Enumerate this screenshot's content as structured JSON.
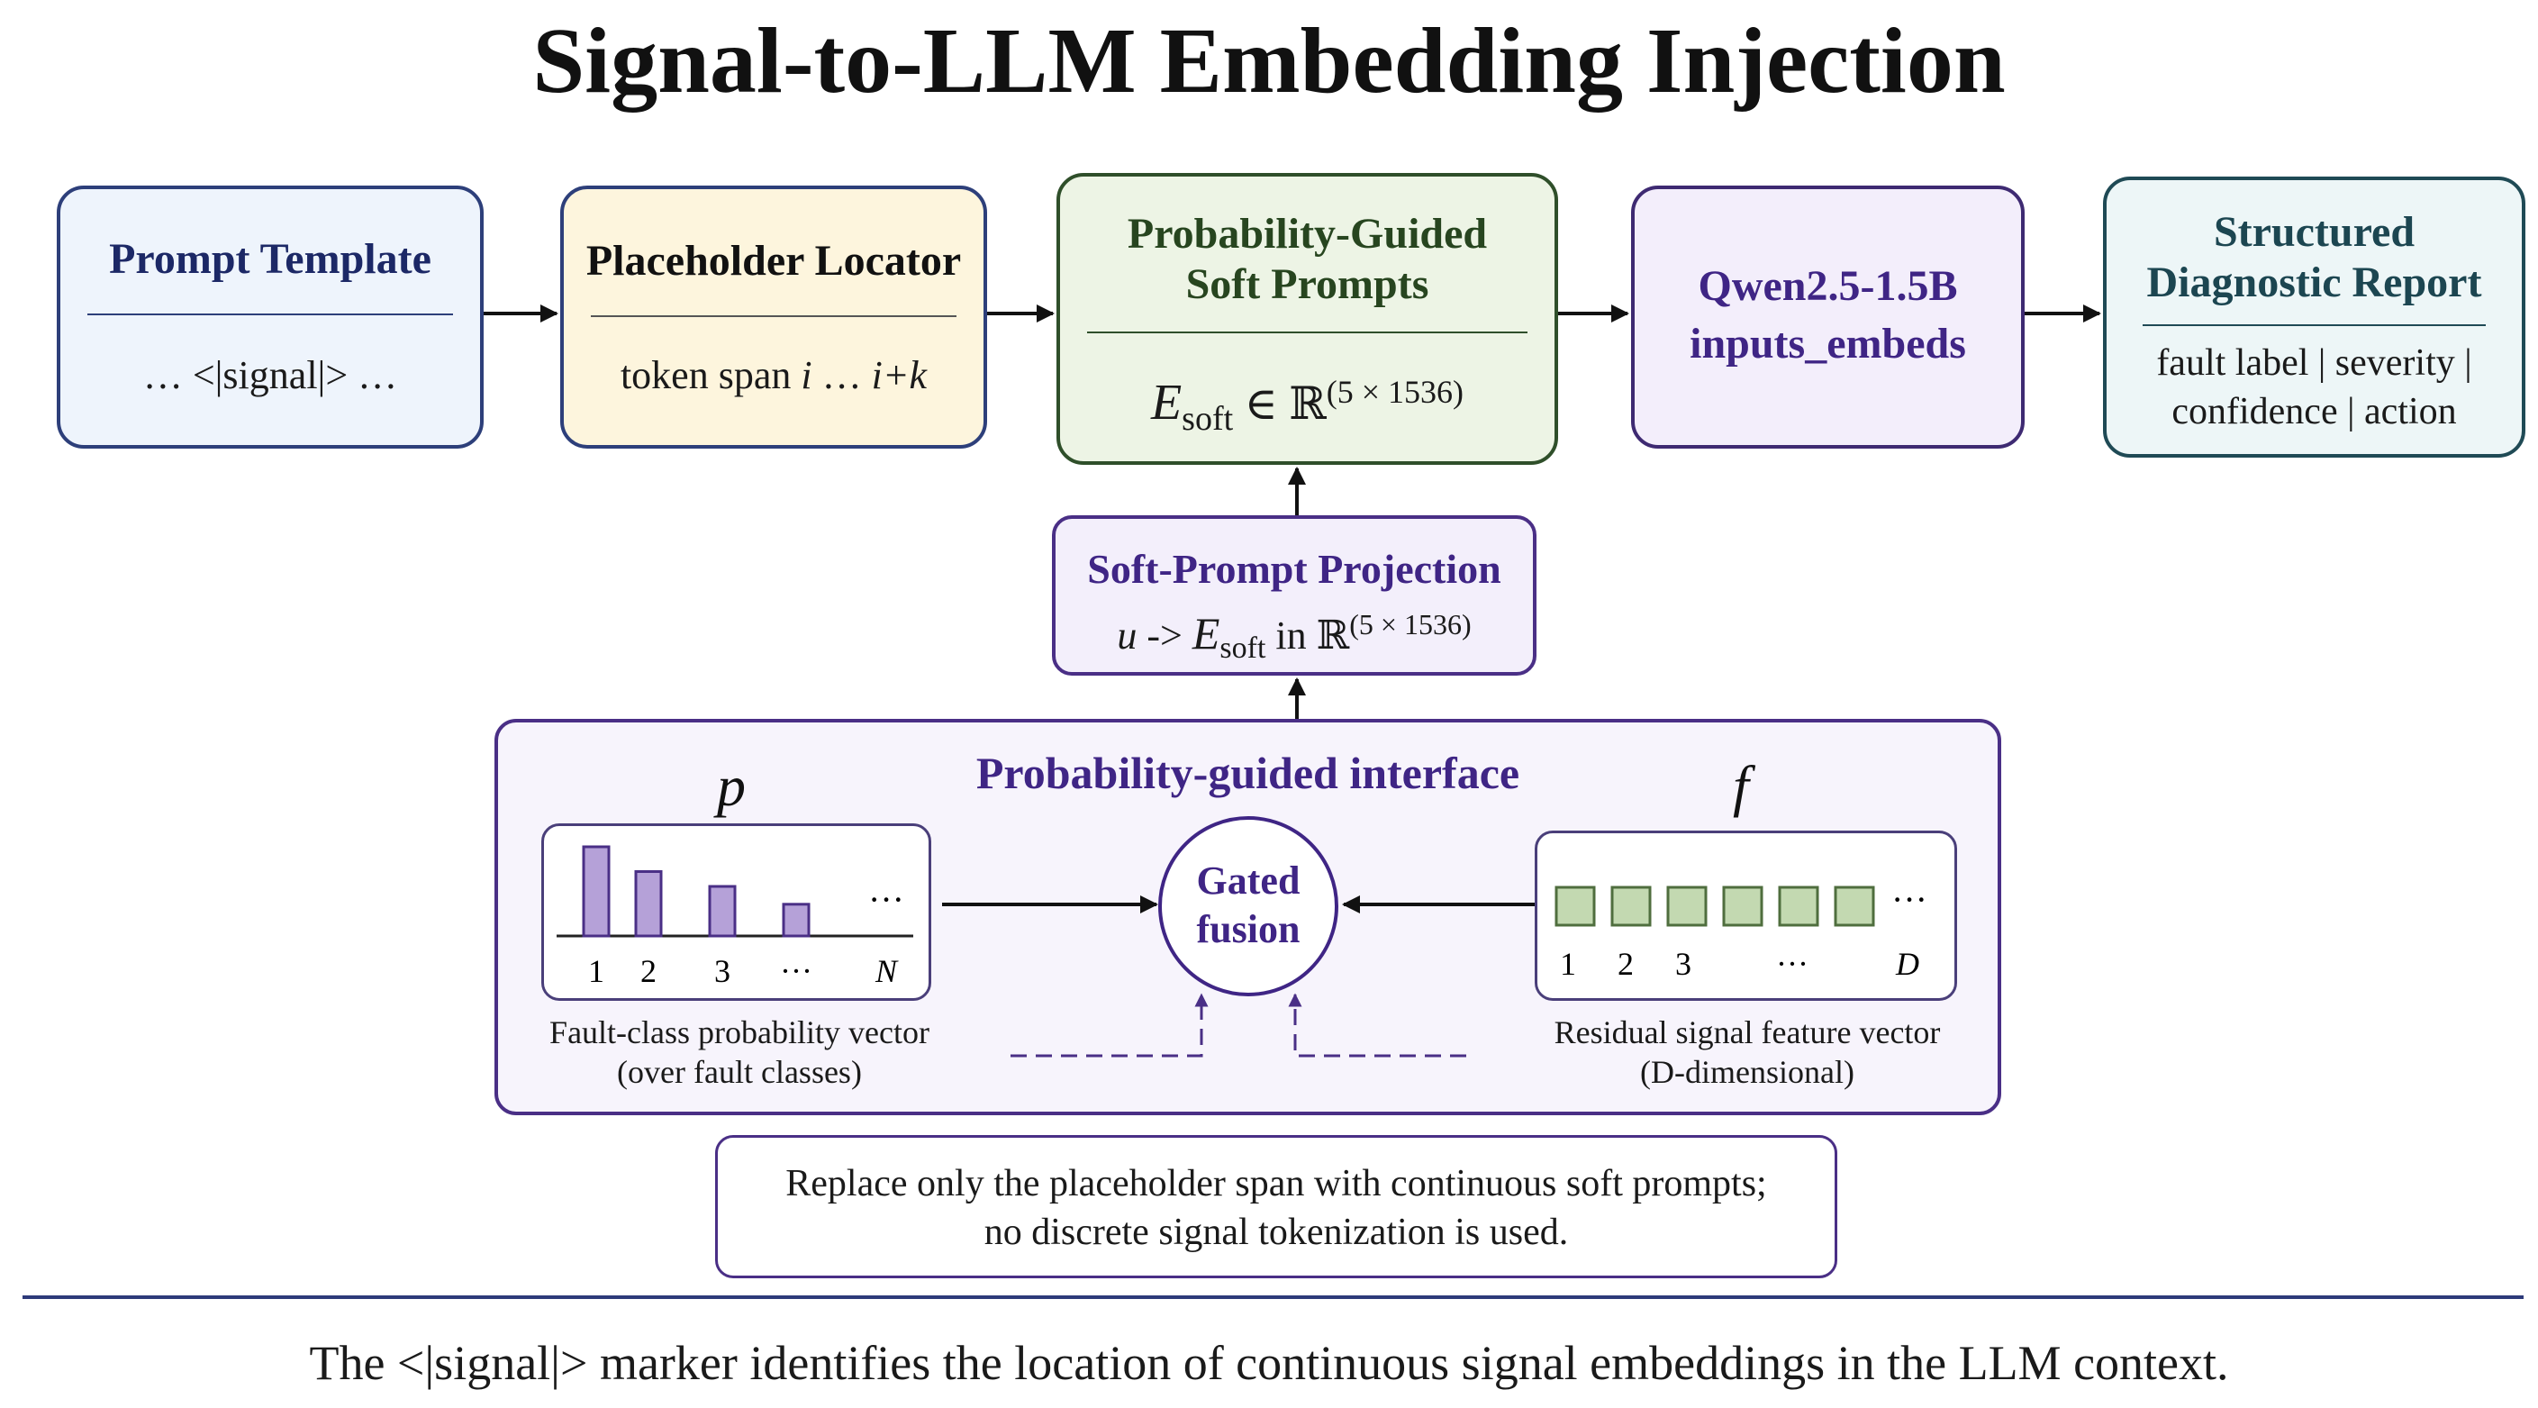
{
  "title": "Signal-to-LLM Embedding Injection",
  "pipeline": {
    "prompt_template": {
      "title": "Prompt Template",
      "content": "… <|signal|> …"
    },
    "placeholder_locator": {
      "title": "Placeholder Locator",
      "content_prefix": "token span ",
      "content_var_i": "i",
      "content_mid": " … ",
      "content_var_ik": "i+k"
    },
    "soft_prompts": {
      "title_line1": "Probability-Guided",
      "title_line2": "Soft Prompts",
      "symbol": "E",
      "subscript": "soft",
      "relation": "∈",
      "space": "ℝ",
      "dims": "(5 × 1536)"
    },
    "llm": {
      "line1": "Qwen2.5-1.5B",
      "line2": "inputs_embeds"
    },
    "report": {
      "title_line1": "Structured",
      "title_line2": "Diagnostic Report",
      "content_line1": "fault label | severity |",
      "content_line2": "confidence | action"
    }
  },
  "projection": {
    "title": "Soft-Prompt Projection",
    "var_u": "u",
    "arrow": "->",
    "symbol": "E",
    "subscript": "soft",
    "relation": "in",
    "space": "ℝ",
    "dims": "(5 × 1536)"
  },
  "interface": {
    "title": "Probability-guided interface",
    "prob_symbol": "p",
    "feat_symbol": "f",
    "prob_ticks": [
      "1",
      "2",
      "3",
      "···",
      "N"
    ],
    "prob_values": [
      0.9,
      0.65,
      0.5,
      0.32
    ],
    "prob_ellipsis": "···",
    "feat_ticks": [
      "1",
      "2",
      "3",
      "···",
      "D"
    ],
    "feat_ellipsis": "···",
    "prob_caption_line1": "Fault-class probability vector",
    "prob_caption_line2": "(over fault classes)",
    "feat_caption_line1": "Residual signal feature vector",
    "feat_caption_line2": "(D-dimensional)",
    "fusion_line1": "Gated",
    "fusion_line2": "fusion"
  },
  "note": {
    "line1": "Replace only the placeholder span with continuous soft prompts;",
    "line2": "no discrete signal tokenization is used."
  },
  "caption": "The <|signal|> marker identifies the location of continuous signal embeddings in the LLM context.",
  "colors": {
    "navy": "#1c2866",
    "purple": "#3f2585",
    "green": "#27451f",
    "bar_fill": "#b5a1d8",
    "feature_fill": "#c3d9b1"
  }
}
